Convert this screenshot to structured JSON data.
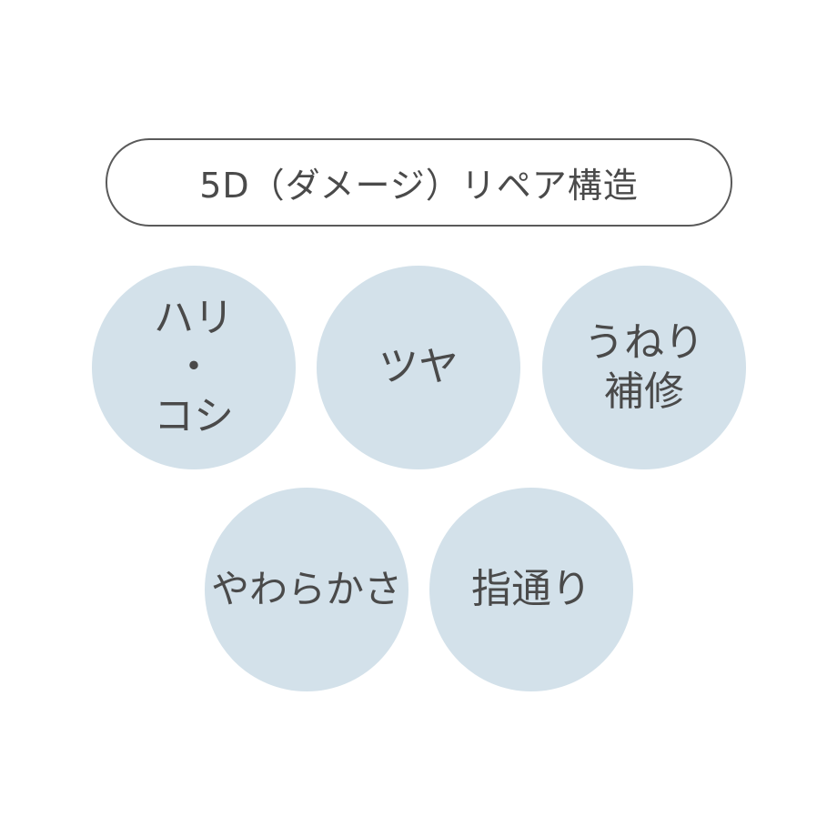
{
  "title": "5D（ダメージ）リペア構造",
  "items": [
    {
      "lines": [
        "ハリ",
        "・",
        "コシ"
      ]
    },
    {
      "lines": [
        "ツヤ"
      ]
    },
    {
      "lines": [
        "うねり",
        "補修"
      ]
    },
    {
      "lines": [
        "やわらかさ"
      ]
    },
    {
      "lines": [
        "指通り"
      ]
    }
  ],
  "colors": {
    "circle_fill": "#d3e1ea",
    "text": "#4a4a4a",
    "pill_border": "#5a5a5a"
  }
}
